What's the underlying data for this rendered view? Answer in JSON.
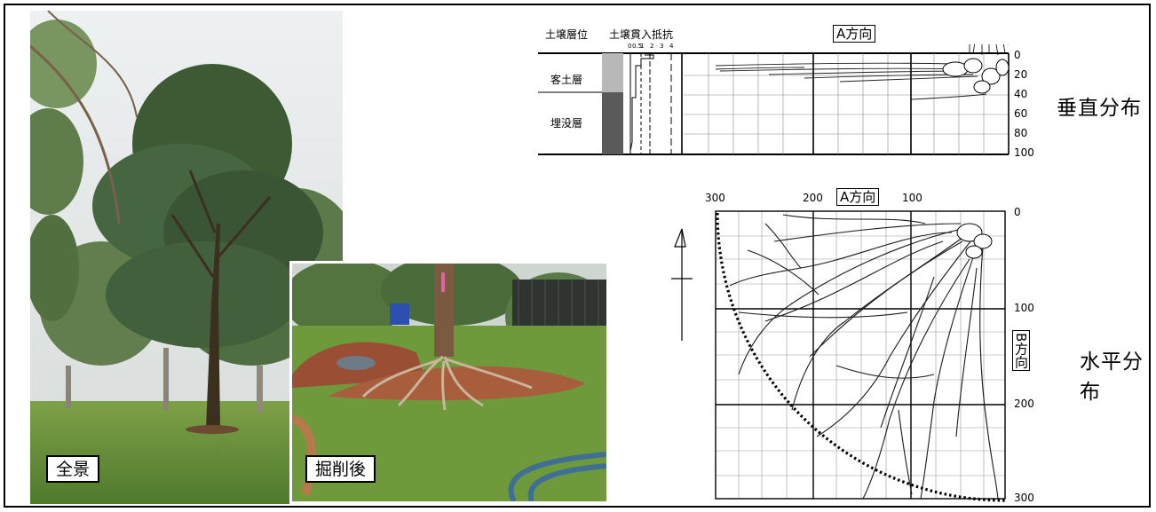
{
  "photos": {
    "overview_label": "全景",
    "after_excavation_label": "掘削後"
  },
  "vertical_section": {
    "col_soil_horizon": "土壌層位",
    "col_penetration": "土壌貫入抵抗",
    "penetration_ticks": [
      "0",
      "0.5",
      "1",
      "2",
      "3",
      "4"
    ],
    "layers": [
      "客土層",
      "埋没層"
    ],
    "direction_label": "A方向",
    "depth_ticks": [
      "0",
      "20",
      "40",
      "60",
      "80",
      "100"
    ],
    "title": "垂直分布"
  },
  "horizontal_section": {
    "a_axis_ticks": [
      "300",
      "200",
      "100"
    ],
    "direction_a_label": "A方向",
    "b_axis_ticks": [
      "0",
      "100",
      "200",
      "300"
    ],
    "direction_b_label": "B方向",
    "title": "水平分布"
  },
  "colors": {
    "grass": "#6e9a3c",
    "foliage": "#3c5a34",
    "soil": "#a0573a",
    "hose": "#3f6f95"
  }
}
